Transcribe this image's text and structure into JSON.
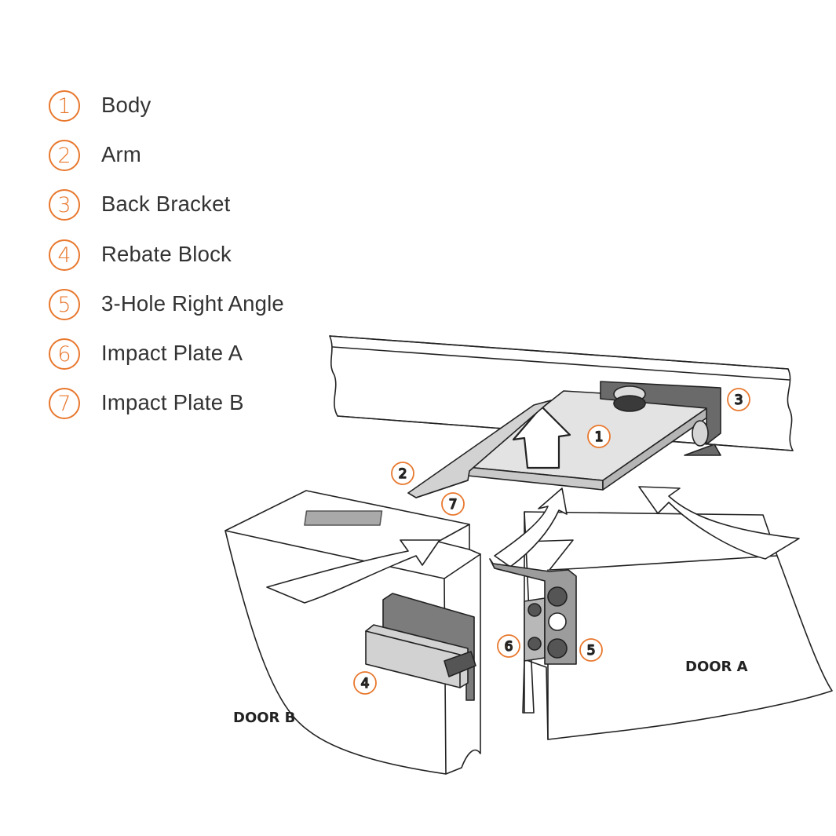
{
  "legend": [
    {
      "number": "1",
      "label": "Body"
    },
    {
      "number": "2",
      "label": "Arm"
    },
    {
      "number": "3",
      "label": "Back Bracket"
    },
    {
      "number": "4",
      "label": "Rebate Block"
    },
    {
      "number": "5",
      "label": "3-Hole Right Angle"
    },
    {
      "number": "6",
      "label": "Impact Plate A"
    },
    {
      "number": "7",
      "label": "Impact Plate B"
    }
  ],
  "callouts": [
    "1",
    "2",
    "3",
    "4",
    "5",
    "6",
    "7"
  ],
  "door_labels": {
    "door_a": "DOOR A",
    "door_b": "DOOR B"
  },
  "colors": {
    "accent": "#e8782e",
    "text": "#333333",
    "line": "#222222",
    "body_fill": "#e3e3e3",
    "bracket_fill": "#6a6a6a",
    "block_fill": "#d2d2d2"
  }
}
